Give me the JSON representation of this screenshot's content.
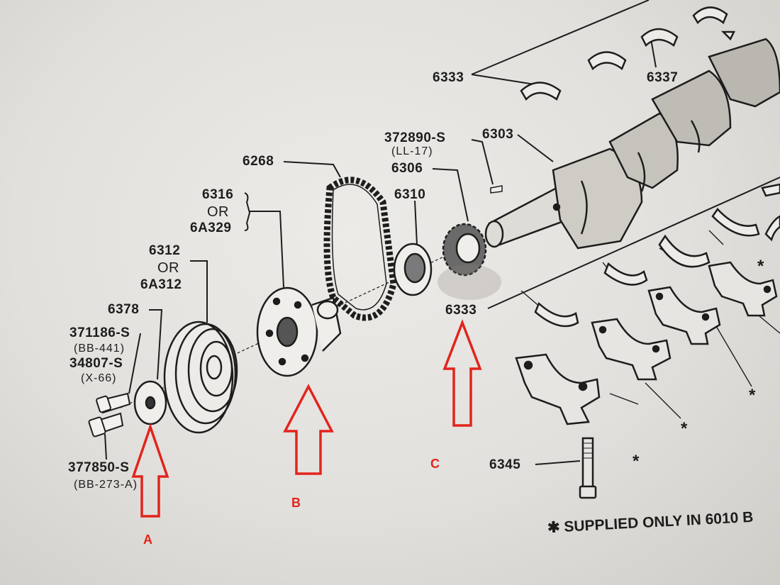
{
  "part_numbers": {
    "p6333_top": "6333",
    "p6337": "6337",
    "p372890s": "372890-S",
    "ll17": "(LL-17)",
    "p6303": "6303",
    "p6306": "6306",
    "p6268": "6268",
    "p6310": "6310",
    "p6316": "6316",
    "or_1": "OR",
    "p6a329": "6A329",
    "p6312": "6312",
    "or_2": "OR",
    "p6a312": "6A312",
    "p6378": "6378",
    "p371186s": "371186-S",
    "bb441": "(BB-441)",
    "p34807s": "34807-S",
    "x66": "(X-66)",
    "p377850s": "377850-S",
    "bb273a": "(BB-273-A)",
    "p6333_mid": "6333",
    "p6345": "6345"
  },
  "markers": {
    "a": "A",
    "b": "B",
    "c": "C"
  },
  "footnote": "✱ SUPPLIED ONLY IN 6010 B",
  "colors": {
    "ink": "#1d1d1d",
    "annotation": "#e2241c",
    "paper": "#e6e4e0"
  },
  "icons": {
    "asterisk": "asterisk-icon",
    "arrow": "annotation-arrow-icon"
  }
}
